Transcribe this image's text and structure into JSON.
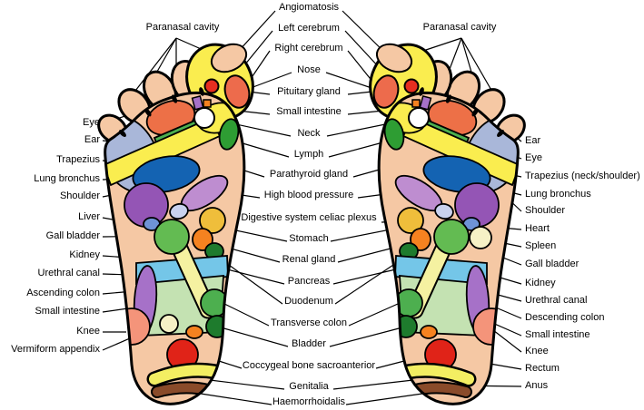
{
  "palette": {
    "skin": "#F5C8A4",
    "black": "#000000",
    "white": "#FFFFFF",
    "yellow": "#FAED4F",
    "yellow_pale": "#F5F1A1",
    "yellow_soft": "#F3EE62",
    "gold": "#EFBE3B",
    "orange": "#ED7047",
    "orange_nose": "#ED6B4C",
    "orange_deep": "#F58220",
    "red": "#E02318",
    "red_dot": "#E62E20",
    "green": "#63BB52",
    "green_mid": "#4DAF4F",
    "green_deep": "#2E9D33",
    "green_dark": "#1E7B2D",
    "green_light": "#C4E2B2",
    "cyan": "#74C6E8",
    "blue_dark": "#1463B2",
    "blue_small": "#6E93D6",
    "blue_gray": "#A9B7D9",
    "lavender": "#C9D2EE",
    "purple": "#9455B5",
    "purple_light": "#BE8DD0",
    "purple_band": "#A671C8",
    "salmon": "#F4947A",
    "cream": "#F6F1C6",
    "brown": "#8A4B2A"
  },
  "labels": {
    "top_left": "Paranasal cavity",
    "top_right": "Paranasal cavity",
    "left": [
      "Eye",
      "Ear",
      "Trapezius",
      "Lung bronchus",
      "Shoulder",
      "Liver",
      "Gall bladder",
      "Kidney",
      "Urethral canal",
      "Ascending colon",
      "Small intestine",
      "Knee",
      "Vermiform appendix"
    ],
    "center": [
      "Angiomatosis",
      "Left cerebrum",
      "Right cerebrum",
      "Nose",
      "Pituitary gland",
      "Small intestine",
      "Neck",
      "Lymph",
      "Parathyroid gland",
      "High blood pressure",
      "Digestive system celiac plexus",
      "Stomach",
      "Renal gland",
      "Pancreas",
      "Duodenum",
      "Transverse colon",
      "Bladder",
      "Coccygeal bone sacroanterior",
      "Genitalia",
      "Haemorrhoidalis"
    ],
    "right": [
      "Ear",
      "Eye",
      "Trapezius (neck/shoulder)",
      "Lung bronchus",
      "Shoulder",
      "Heart",
      "Spleen",
      "Gall bladder",
      "Kidney",
      "Urethral canal",
      "Descending colon",
      "Small intestine",
      "Knee",
      "Rectum",
      "Anus"
    ]
  }
}
